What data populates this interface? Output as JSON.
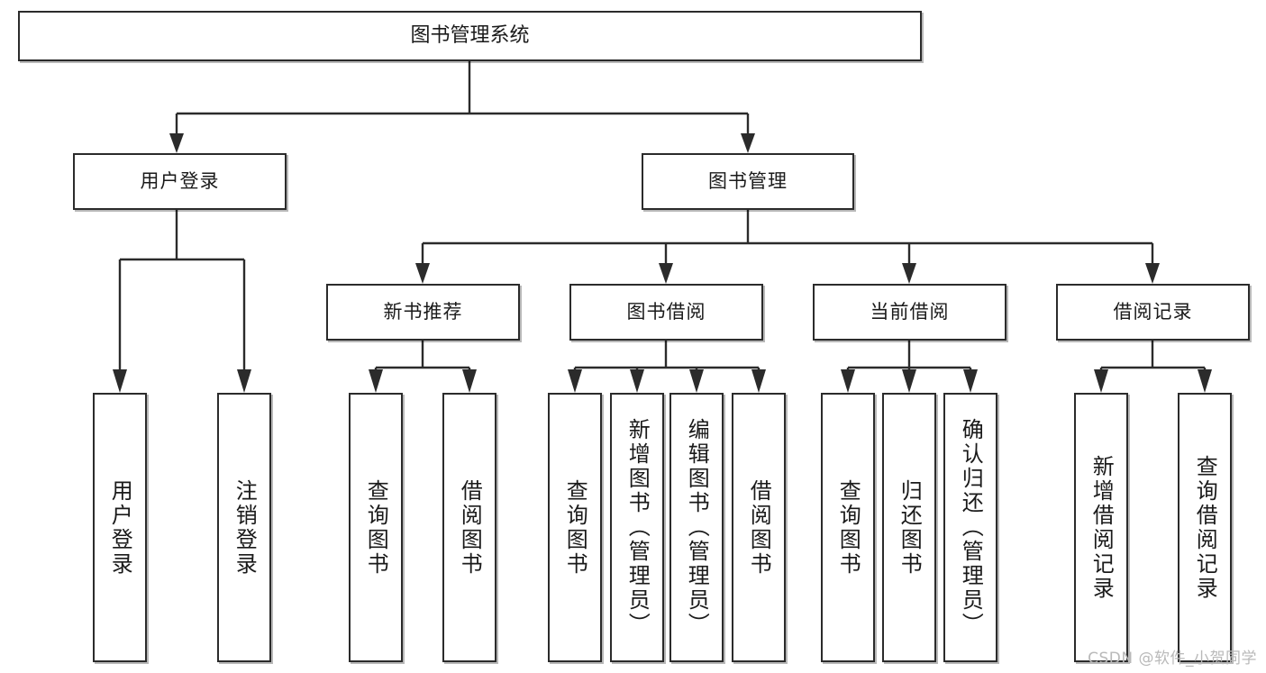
{
  "diagram": {
    "type": "tree",
    "title": "图书管理系统",
    "watermark": "CSDN @软件_小贺同学",
    "colors": {
      "node_border": "#2b2b2b",
      "node_fill": "#ffffff",
      "connector": "#2b2b2b",
      "text": "#1a1a1a",
      "watermark": "#b9b9b9",
      "background": "#ffffff"
    },
    "nodes": {
      "root": {
        "label": "图书管理系统"
      },
      "level2": [
        {
          "id": "user-login",
          "label": "用户登录"
        },
        {
          "id": "book-management",
          "label": "图书管理"
        }
      ],
      "level3": [
        {
          "id": "new-book-recommend",
          "label": "新书推荐"
        },
        {
          "id": "book-borrow",
          "label": "图书借阅"
        },
        {
          "id": "current-borrow",
          "label": "当前借阅"
        },
        {
          "id": "borrow-record",
          "label": "借阅记录"
        }
      ],
      "leaves": {
        "user-login": [
          {
            "id": "leaf-user-login",
            "label": "用户登录"
          },
          {
            "id": "leaf-user-logout",
            "label": "注销登录"
          }
        ],
        "new-book-recommend": [
          {
            "id": "leaf-query-book-1",
            "label": "查询图书"
          },
          {
            "id": "leaf-borrow-book-1",
            "label": "借阅图书"
          }
        ],
        "book-borrow": [
          {
            "id": "leaf-query-book-2",
            "label": "查询图书"
          },
          {
            "id": "leaf-add-book",
            "label": "新增图书（管理员）"
          },
          {
            "id": "leaf-edit-book",
            "label": "编辑图书（管理员）"
          },
          {
            "id": "leaf-borrow-book-2",
            "label": "借阅图书"
          }
        ],
        "current-borrow": [
          {
            "id": "leaf-query-book-3",
            "label": "查询图书"
          },
          {
            "id": "leaf-return-book",
            "label": "归还图书"
          },
          {
            "id": "leaf-confirm-return",
            "label": "确认归还（管理员）"
          }
        ],
        "borrow-record": [
          {
            "id": "leaf-add-record",
            "label": "新增借阅记录"
          },
          {
            "id": "leaf-query-record",
            "label": "查询借阅记录"
          }
        ]
      }
    }
  }
}
